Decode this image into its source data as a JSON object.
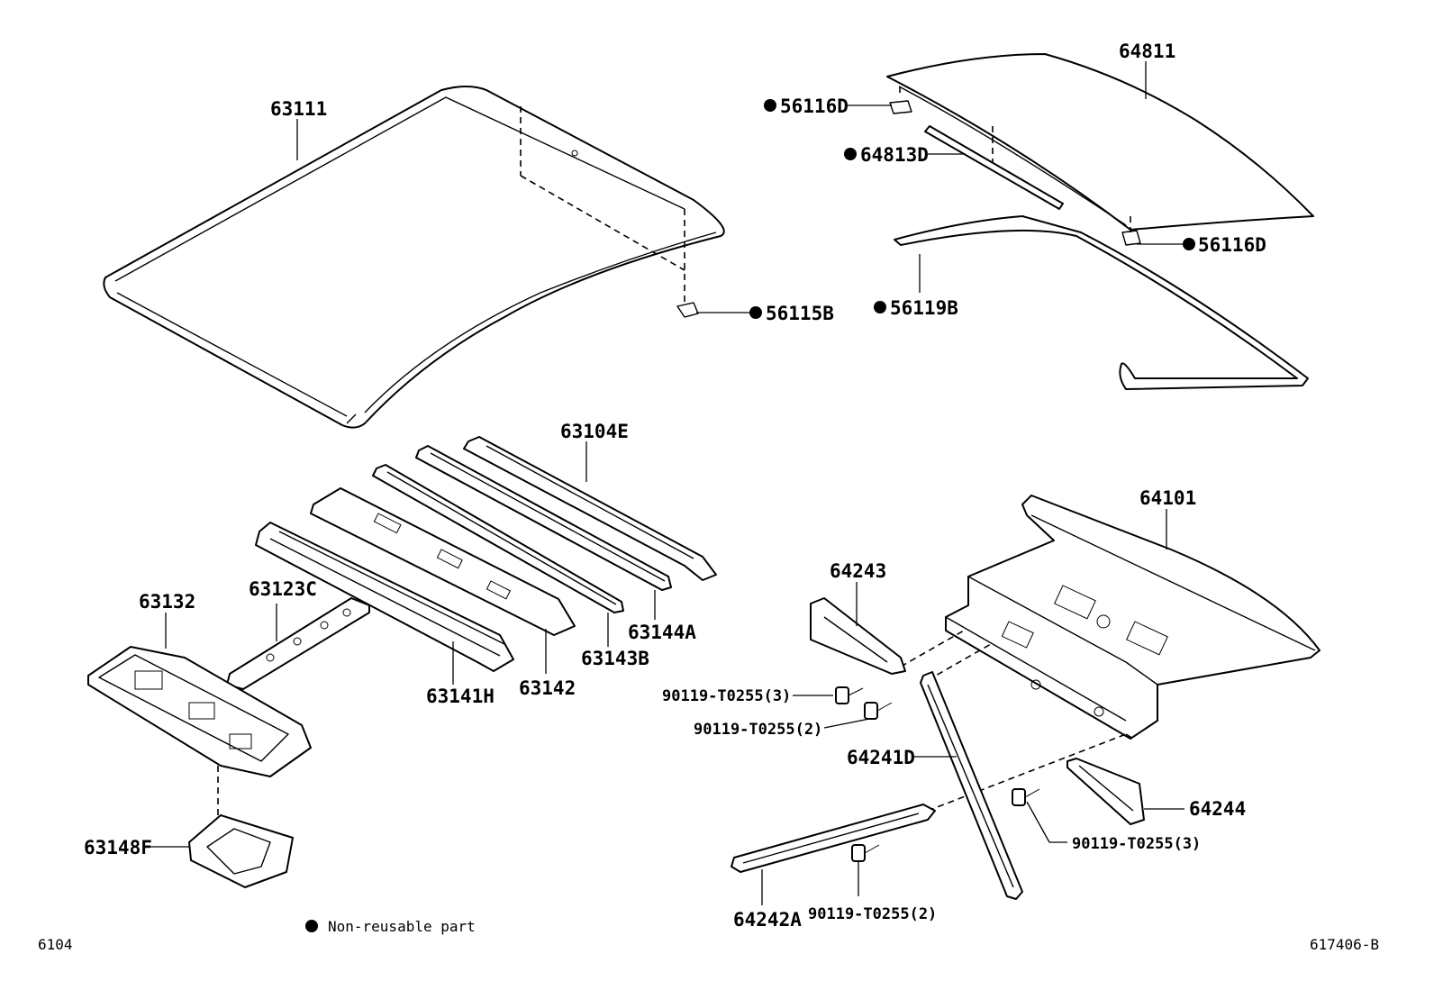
{
  "parts": {
    "p63111": "63111",
    "p56115B": "56115B",
    "p64811": "64811",
    "p56116D_top": "56116D",
    "p64813D": "64813D",
    "p56116D_right": "56116D",
    "p56119B": "56119B",
    "p63104E": "63104E",
    "p63144A": "63144A",
    "p63143B": "63143B",
    "p63142": "63142",
    "p63141H": "63141H",
    "p63123C": "63123C",
    "p63132": "63132",
    "p63148F": "63148F",
    "p64101": "64101",
    "p64243": "64243",
    "p90119_a": "90119-T0255(3)",
    "p90119_b": "90119-T0255(2)",
    "p64241D": "64241D",
    "p64244": "64244",
    "p90119_c": "90119-T0255(3)",
    "p64242A": "64242A",
    "p90119_d": "90119-T0255(2)"
  },
  "legend": {
    "text": "Non-reusable part"
  },
  "footer": {
    "left_code": "6104",
    "right_code": "617406-B"
  }
}
